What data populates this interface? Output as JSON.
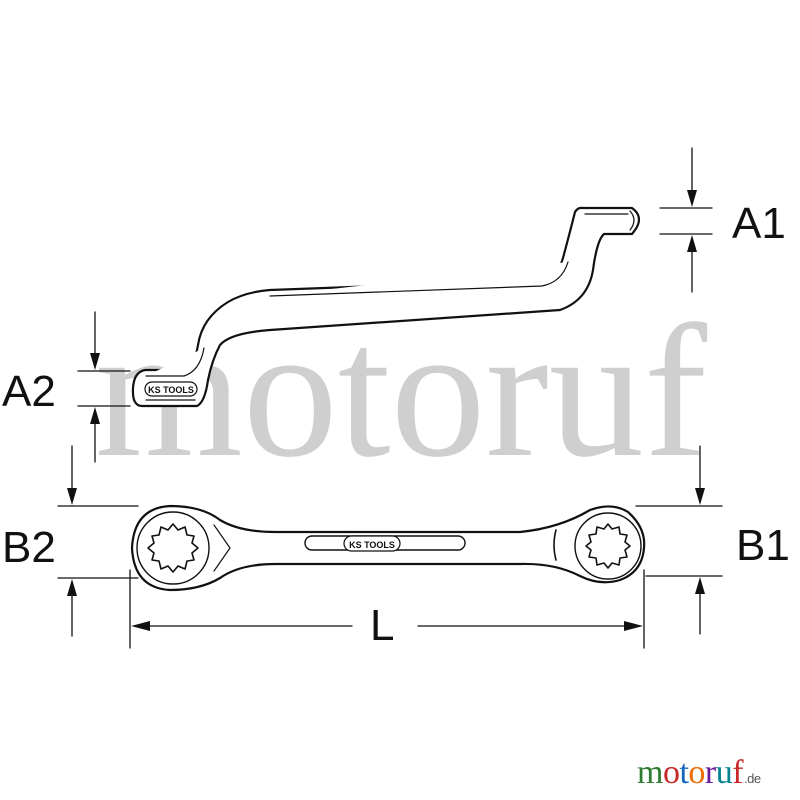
{
  "watermark": {
    "text": "motoruf"
  },
  "labels": {
    "a1": "A1",
    "a2": "A2",
    "b1": "B1",
    "b2": "B2",
    "length": "L"
  },
  "brand_marks": {
    "side_view": "KS TOOLS",
    "top_view": "KS TOOLS"
  },
  "footer": {
    "letters": [
      "m",
      "o",
      "t",
      "o",
      "r",
      "u",
      "f"
    ],
    "letter_colors": [
      "#2e7d32",
      "#c62828",
      "#1565c0",
      "#ef6c00",
      "#6a1b9a",
      "#00838f",
      "#c62828"
    ],
    "domain": ".de"
  }
}
